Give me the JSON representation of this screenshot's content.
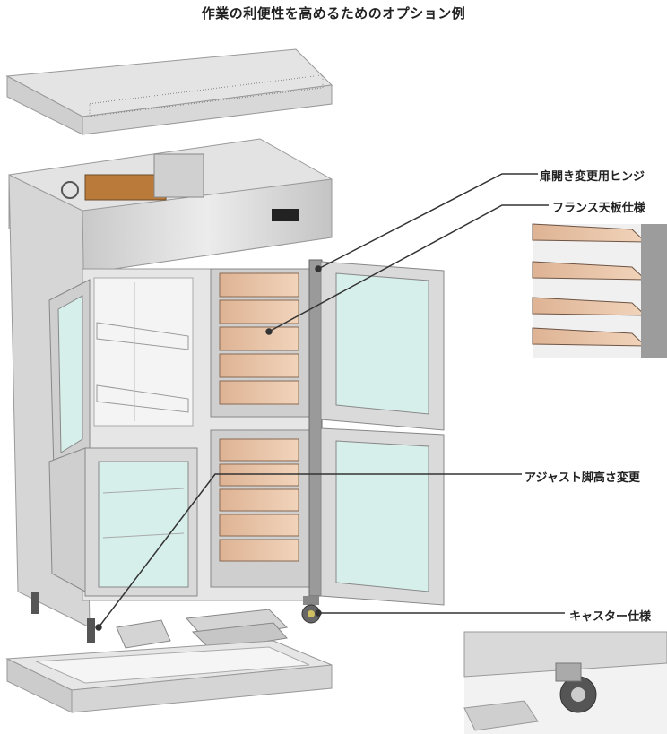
{
  "title": "作業の利便性を高めるためのオプション例",
  "callouts": {
    "door_hinge": "扉開き変更用ヒンジ",
    "french_top": "フランス天板仕様",
    "adjuster": "アジャスト脚高さ変更",
    "caster": "キャスター仕様"
  },
  "colors": {
    "stainless": "#d9d9d9",
    "stainless_dark": "#b5b5b5",
    "tray": "#e9c5a6",
    "glass": "#d6efea",
    "line": "#333333"
  }
}
